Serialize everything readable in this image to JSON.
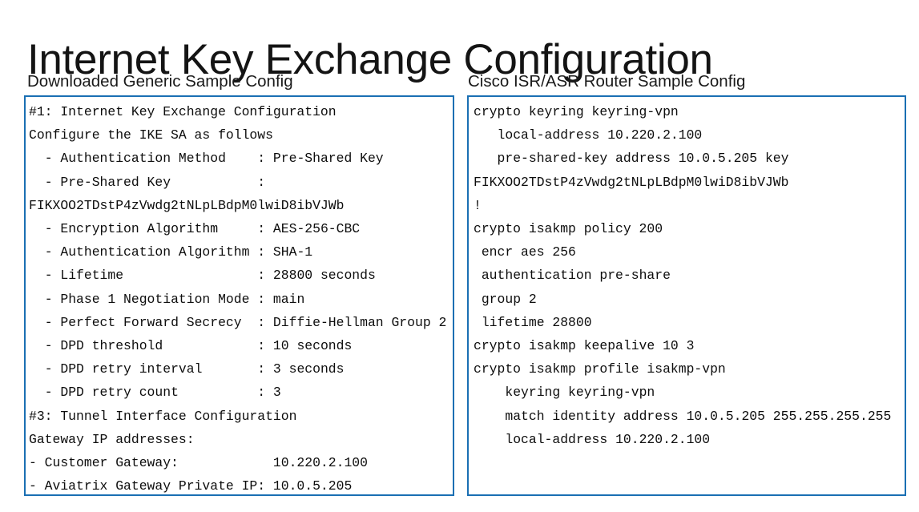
{
  "slide": {
    "title": "Internet Key Exchange Configuration",
    "accent_color": "#1A6FB3",
    "background_color": "#FFFFFF",
    "text_color": "#000000"
  },
  "columns": {
    "left": {
      "header": "Downloaded Generic Sample Config",
      "lines": [
        "#1: Internet Key Exchange Configuration",
        "Configure the IKE SA as follows",
        "  - Authentication Method    : Pre-Shared Key",
        "  - Pre-Shared Key           : FIKXOO2TDstP4zVwdg2tNLpLBdpM0lwiD8ibVJWb",
        "  - Encryption Algorithm     : AES-256-CBC",
        "  - Authentication Algorithm : SHA-1",
        "  - Lifetime                 : 28800 seconds",
        "  - Phase 1 Negotiation Mode : main",
        "  - Perfect Forward Secrecy  : Diffie-Hellman Group 2",
        "  - DPD threshold            : 10 seconds",
        "  - DPD retry interval       : 3 seconds",
        "  - DPD retry count          : 3",
        "#3: Tunnel Interface Configuration",
        "Gateway IP addresses:",
        "- Customer Gateway:            10.220.2.100",
        "- Aviatrix Gateway Private IP: 10.0.5.205"
      ]
    },
    "right": {
      "header": "Cisco ISR/ASR Router Sample Config",
      "lines": [
        "crypto keyring keyring-vpn",
        "   local-address 10.220.2.100",
        "   pre-shared-key address 10.0.5.205 key FIKXOO2TDstP4zVwdg2tNLpLBdpM0lwiD8ibVJWb",
        "!",
        "crypto isakmp policy 200",
        " encr aes 256",
        " authentication pre-share",
        " group 2",
        " lifetime 28800",
        "crypto isakmp keepalive 10 3",
        "crypto isakmp profile isakmp-vpn",
        "    keyring keyring-vpn",
        "    match identity address 10.0.5.205 255.255.255.255",
        "    local-address 10.220.2.100"
      ]
    }
  }
}
